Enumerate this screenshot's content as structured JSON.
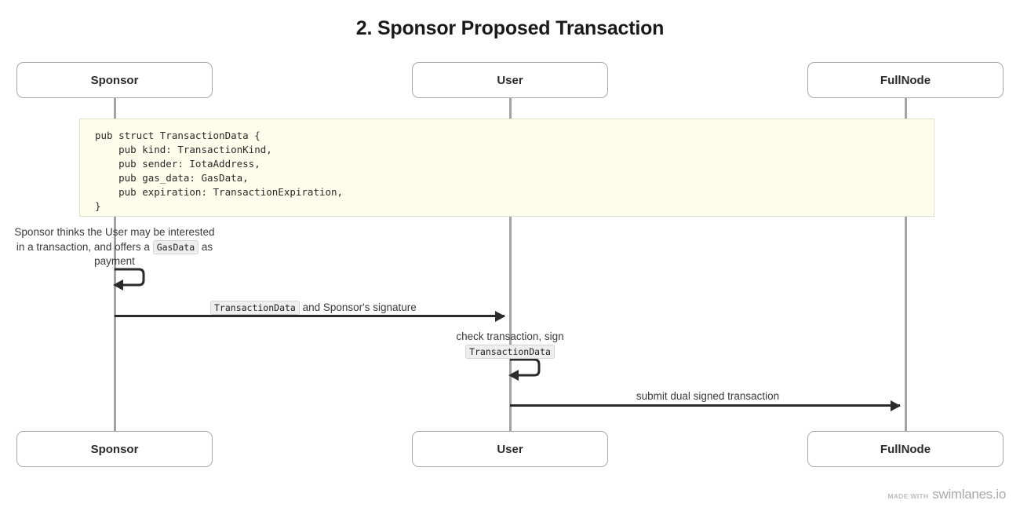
{
  "title": "2. Sponsor Proposed Transaction",
  "participants": [
    {
      "name": "Sponsor",
      "label": "Sponsor"
    },
    {
      "name": "User",
      "label": "User"
    },
    {
      "name": "FullNode",
      "label": "FullNode"
    }
  ],
  "code_note": {
    "language": "rust",
    "text": "pub struct TransactionData {\n    pub kind: TransactionKind,\n    pub sender: IotaAddress,\n    pub gas_data: GasData,\n    pub expiration: TransactionExpiration,\n}"
  },
  "notes": [
    {
      "name": "sponsor-intent-note",
      "part1": "Sponsor thinks the User may be interested in a transaction, and offers a ",
      "code": "GasData",
      "part2": " as payment"
    }
  ],
  "messages": [
    {
      "name": "sponsor-self-offer",
      "type": "self",
      "from": "Sponsor",
      "to": "Sponsor",
      "label": ""
    },
    {
      "name": "sponsor-to-user-transaction",
      "type": "arrow",
      "from": "Sponsor",
      "to": "User",
      "code": "TransactionData",
      "label_after": " and Sponsor's signature"
    },
    {
      "name": "user-self-check-sign",
      "type": "self",
      "from": "User",
      "to": "User",
      "label_line1": "check transaction, sign",
      "code": "TransactionData"
    },
    {
      "name": "user-to-fullnode-submit",
      "type": "arrow",
      "from": "User",
      "to": "FullNode",
      "label": "submit dual signed transaction"
    }
  ],
  "footer": {
    "made_with": "Made with",
    "site": "swimlanes.io"
  },
  "colors": {
    "note_background": "#fdfdeb",
    "note_border": "#e0e0cd",
    "lifeline": "#a3a3a3",
    "box_border": "#a8a8a8",
    "arrow": "#2b2b2b",
    "text": "#333333"
  }
}
